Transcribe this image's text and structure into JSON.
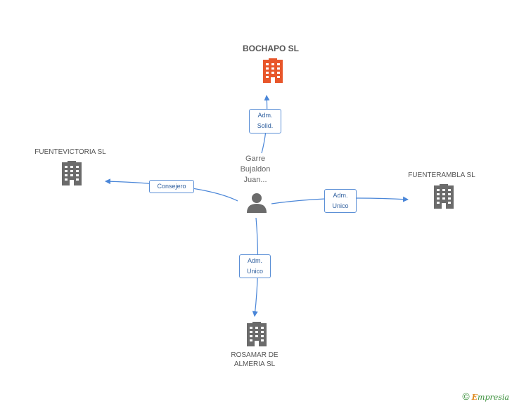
{
  "nodes": {
    "main_company": {
      "label": "BOCHAPO SL",
      "color": "#e8562a"
    },
    "person": {
      "line1": "Garre",
      "line2": "Bujaldon",
      "line3": "Juan..."
    },
    "left_company": {
      "label": "FUENTEVICTORIA SL"
    },
    "right_company": {
      "label": "FUENTERAMBLA SL"
    },
    "bottom_company": {
      "line1": "ROSAMAR DE",
      "line2": "ALMERIA SL"
    }
  },
  "edges": {
    "to_main": {
      "line1": "Adm.",
      "line2": "Solid."
    },
    "to_left": {
      "line1": "Consejero"
    },
    "to_right": {
      "line1": "Adm.",
      "line2": "Unico"
    },
    "to_bottom": {
      "line1": "Adm.",
      "line2": "Unico"
    }
  },
  "footer": {
    "copyright": "©",
    "brand_e": "E",
    "brand_rest": "mpresia"
  },
  "colors": {
    "edge": "#4a86d8",
    "building": "#6b6b6b"
  }
}
